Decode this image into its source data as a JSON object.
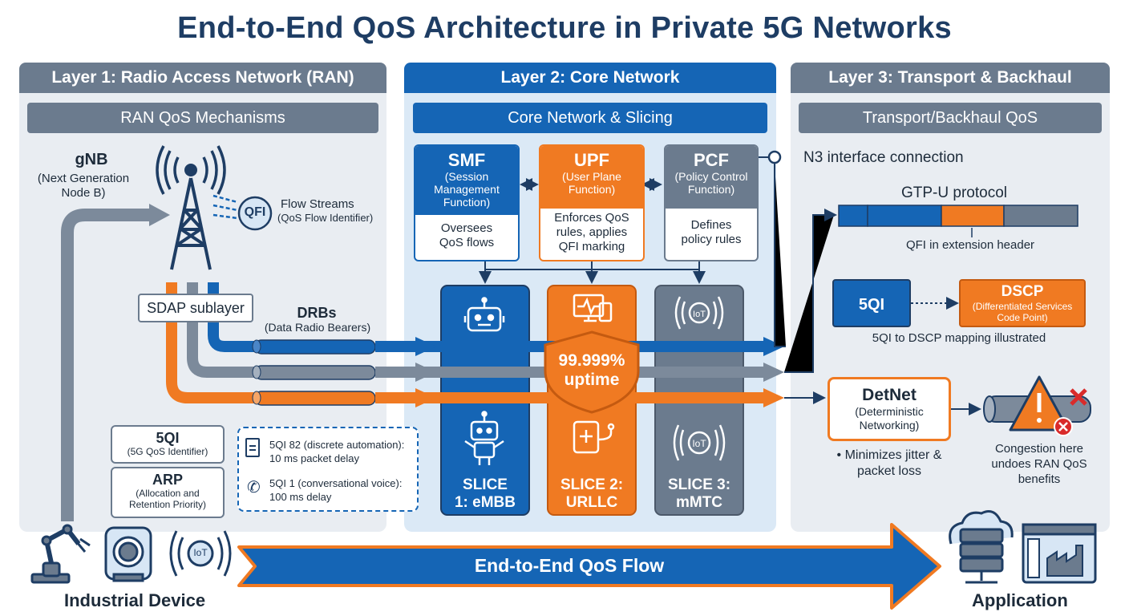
{
  "title": "End-to-End QoS Architecture in Private 5G Networks",
  "layer1": {
    "header": "Layer 1: Radio Access Network (RAN)",
    "subheader": "RAN QoS Mechanisms",
    "gnb_title": "gNB",
    "gnb_desc": "(Next Generation Node B)",
    "qfi_badge": "QFI",
    "flow_streams": "Flow Streams",
    "flow_streams_desc": "(QoS Flow Identifier)",
    "sdap": "SDAP sublayer",
    "drbs": "DRBs",
    "drbs_desc": "(Data Radio Bearers)",
    "fiveqi": "5QI",
    "fiveqi_desc": "(5G QoS Identifier)",
    "arp": "ARP",
    "arp_desc": "(Allocation and Retention Priority)",
    "example1": "5QI 82 (discrete automation): 10 ms packet delay",
    "example2": "5QI 1 (conversational voice): 100 ms delay"
  },
  "layer2": {
    "header": "Layer 2: Core Network",
    "subheader": "Core Network & Slicing",
    "smf_title": "SMF",
    "smf_desc": "(Session Management Function)",
    "smf_role": "Oversees QoS flows",
    "upf_title": "UPF",
    "upf_desc": "(User Plane Function)",
    "upf_role": "Enforces QoS rules, applies QFI marking",
    "pcf_title": "PCF",
    "pcf_desc": "(Policy Control Function)",
    "pcf_role": "Defines policy rules",
    "uptime": "99.999% uptime",
    "slice1": "SLICE 1: eMBB",
    "slice2": "SLICE 2: URLLC",
    "slice3": "SLICE 3: mMTC",
    "iot_label": "IoT"
  },
  "layer3": {
    "header": "Layer 3: Transport & Backhaul",
    "subheader": "Transport/Backhaul QoS",
    "n3": "N3 interface connection",
    "gtpu": "GTP-U protocol",
    "qfi_ext": "QFI in extension header",
    "fiveqi": "5QI",
    "dscp": "DSCP",
    "dscp_desc": "(Differentiated Services Code Point)",
    "mapping": "5QI to DSCP mapping illustrated",
    "detnet": "DetNet",
    "detnet_desc": "(Deterministic Networking)",
    "detnet_benefit": "• Minimizes jitter & packet loss",
    "congestion": "Congestion here undoes RAN QoS benefits"
  },
  "footer": {
    "flow": "End-to-End QoS Flow",
    "left": "Industrial Device",
    "right": "Application",
    "iot_label": "IoT"
  },
  "colors": {
    "navy": "#1e3d64",
    "blue": "#1565b5",
    "orange": "#f07a22",
    "gray": "#6b7b8e",
    "panel_gray": "#e9edf2",
    "panel_blue": "#dbe9f6"
  }
}
